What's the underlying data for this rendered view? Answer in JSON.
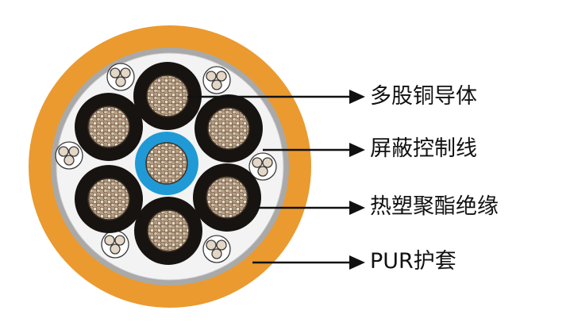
{
  "labels": [
    {
      "text": "多股铜导体"
    },
    {
      "text": "屏蔽控制线"
    },
    {
      "text": "热塑聚酯绝缘"
    },
    {
      "text": "PUR护套"
    }
  ],
  "colors": {
    "jacket": "#EA9A2F",
    "inner_ring": "#A8A8A8",
    "filler": "#F2F2F2",
    "insulation": "#171310",
    "center_insulation": "#1F9AD6",
    "copper": "#B79C7E",
    "copper_dark": "#5C4A38",
    "pointer": "#111111"
  },
  "icons": [
    "cable-cross-section-icon",
    "arrow-right-icon"
  ]
}
